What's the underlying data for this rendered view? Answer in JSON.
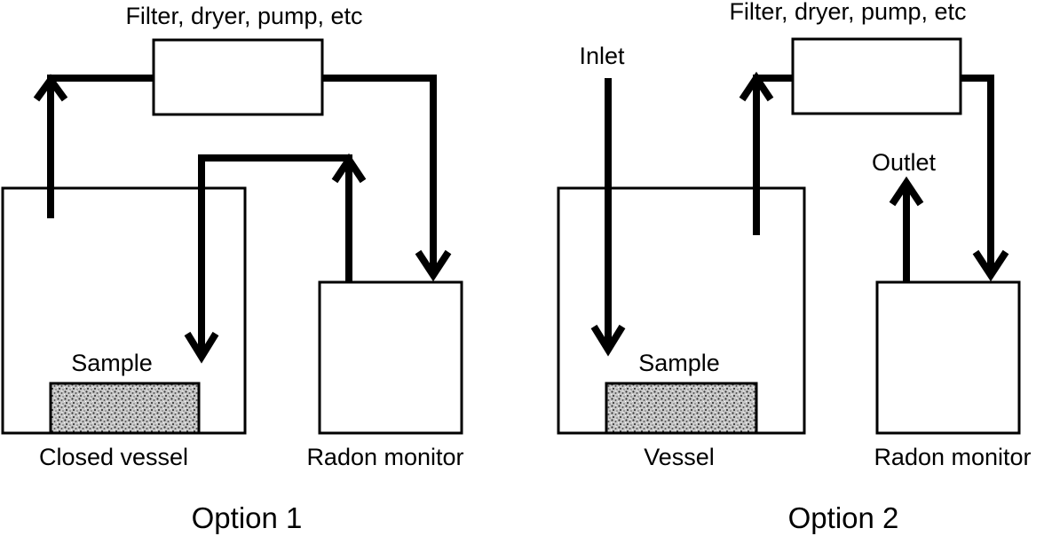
{
  "option1": {
    "filter_label": "Filter, dryer, pump, etc",
    "sample_label": "Sample",
    "vessel_label": "Closed vessel",
    "monitor_label": "Radon monitor",
    "caption": "Option 1"
  },
  "option2": {
    "filter_label": "Filter, dryer, pump, etc",
    "inlet_label": "Inlet",
    "outlet_label": "Outlet",
    "sample_label": "Sample",
    "vessel_label": "Vessel",
    "monitor_label": "Radon monitor",
    "caption": "Option 2"
  },
  "colors": {
    "line": "#000000",
    "sample_fill": "#bdbdbd",
    "background": "#ffffff"
  }
}
